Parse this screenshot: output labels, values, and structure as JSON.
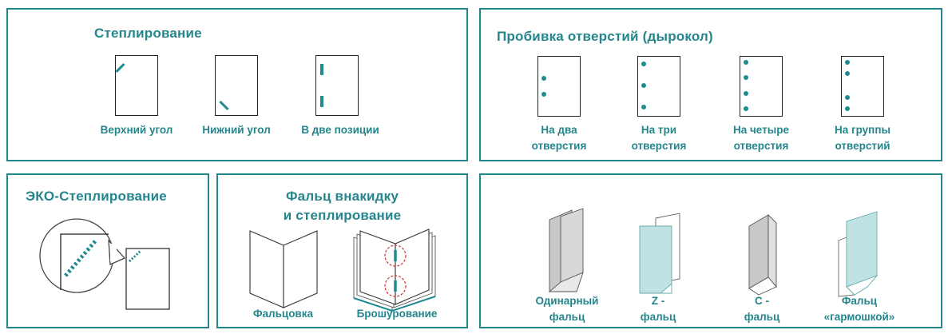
{
  "stapling": {
    "title": "Степлирование",
    "items": [
      {
        "label": "Верхний угол"
      },
      {
        "label": "Нижний угол"
      },
      {
        "label": "В две позиции"
      }
    ]
  },
  "punching": {
    "title": "Пробивка отверстий (дырокол)",
    "items": [
      {
        "line1": "На два",
        "line2": "отверстия"
      },
      {
        "line1": "На три",
        "line2": "отверстия"
      },
      {
        "line1": "На четыре",
        "line2": "отверстия"
      },
      {
        "line1": "На группы",
        "line2": "отверстий"
      }
    ]
  },
  "eco": {
    "title": "ЭКО-Степлирование"
  },
  "foldstaple": {
    "title_line1": "Фальц внакидку",
    "title_line2": "и степлирование",
    "items": [
      {
        "label": "Фальцовка"
      },
      {
        "label": "Брошурование"
      }
    ]
  },
  "folding": {
    "items": [
      {
        "line1": "Одинарный",
        "line2": "фальц"
      },
      {
        "line1": "Z -",
        "line2": "фальц"
      },
      {
        "line1": "C -",
        "line2": "фальц"
      },
      {
        "line1": "Фальц",
        "line2": "«гармошкой»"
      }
    ]
  },
  "colors": {
    "accent": "#24868d",
    "staple": "#1f8a91",
    "paper_gray": "#c8c8c8",
    "paper_teal": "#bfe3e3",
    "highlight": "#d03030"
  }
}
